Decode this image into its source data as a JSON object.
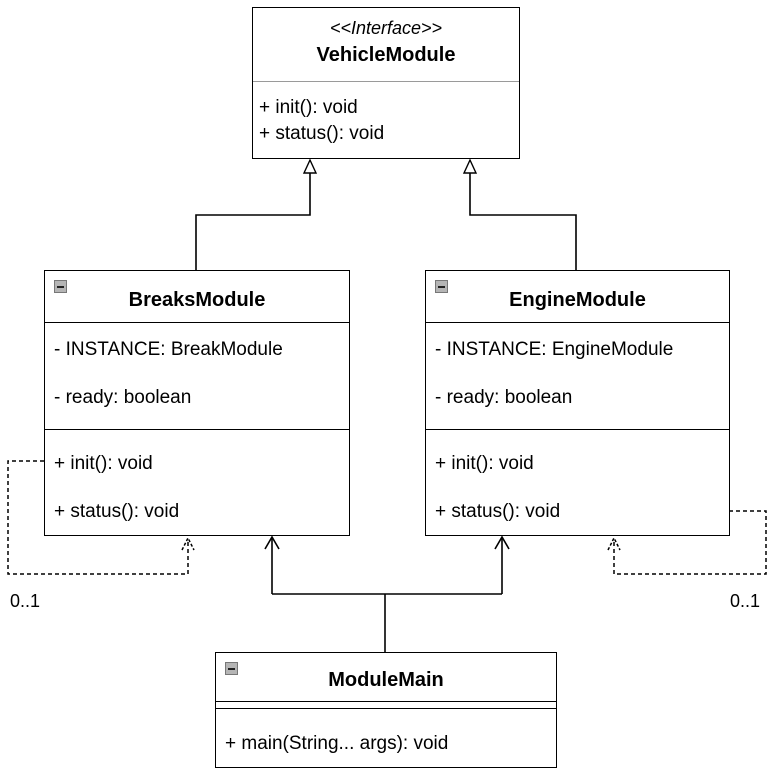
{
  "interface": {
    "stereotype": "<<Interface>>",
    "name": "VehicleModule",
    "methods": [
      "+ init(): void",
      "+ status(): void"
    ]
  },
  "breaks": {
    "name": "BreaksModule",
    "fields": [
      "- INSTANCE: BreakModule",
      "- ready: boolean"
    ],
    "methods": [
      "+ init(): void",
      "+ status(): void"
    ]
  },
  "engine": {
    "name": "EngineModule",
    "fields": [
      "- INSTANCE: EngineModule",
      "- ready: boolean"
    ],
    "methods": [
      "+ init(): void",
      "+ status(): void"
    ]
  },
  "main": {
    "name": "ModuleMain",
    "methods": [
      "+ main(String... args): void"
    ]
  },
  "multiplicity": {
    "left": "0..1",
    "right": "0..1"
  }
}
